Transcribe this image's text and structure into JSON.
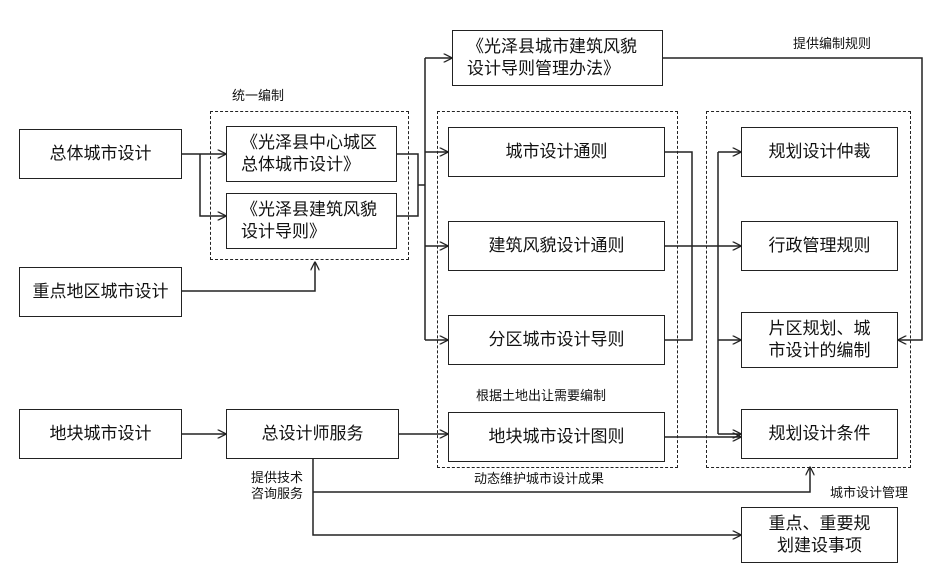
{
  "nodes": {
    "overall": "总体城市设计",
    "key_area": "重点地区城市设计",
    "plot": "地块城市设计",
    "master_designer": "总设计师服务",
    "center_l1": "《光泽县中心城区",
    "center_l2": "总体城市设计》",
    "arch_guide_l1": "《光泽县建筑风貌",
    "arch_guide_l2": "设计导则》",
    "mgmt_l1": "《光泽县城市建筑风貌",
    "mgmt_l2": "设计导则管理办法》",
    "general_rules": "城市设计通则",
    "arch_rules": "建筑风貌设计通则",
    "zone_guide": "分区城市设计导则",
    "plot_rules": "地块城市设计图则",
    "arbitration": "规划设计仲裁",
    "admin_rules": "行政管理规则",
    "zone_plan_l1": "片区规划、城",
    "zone_plan_l2": "市设计的编制",
    "conditions": "规划设计条件",
    "key_items_l1": "重点、重要规",
    "key_items_l2": "划建设事项"
  },
  "labels": {
    "unified": "统一编制",
    "provide_rules": "提供编制规则",
    "land_transfer": "根据土地出让需要编制",
    "tech_l1": "提供技术",
    "tech_l2": "咨询服务",
    "dynamic": "动态维护城市设计成果",
    "city_mgmt": "城市设计管理"
  }
}
